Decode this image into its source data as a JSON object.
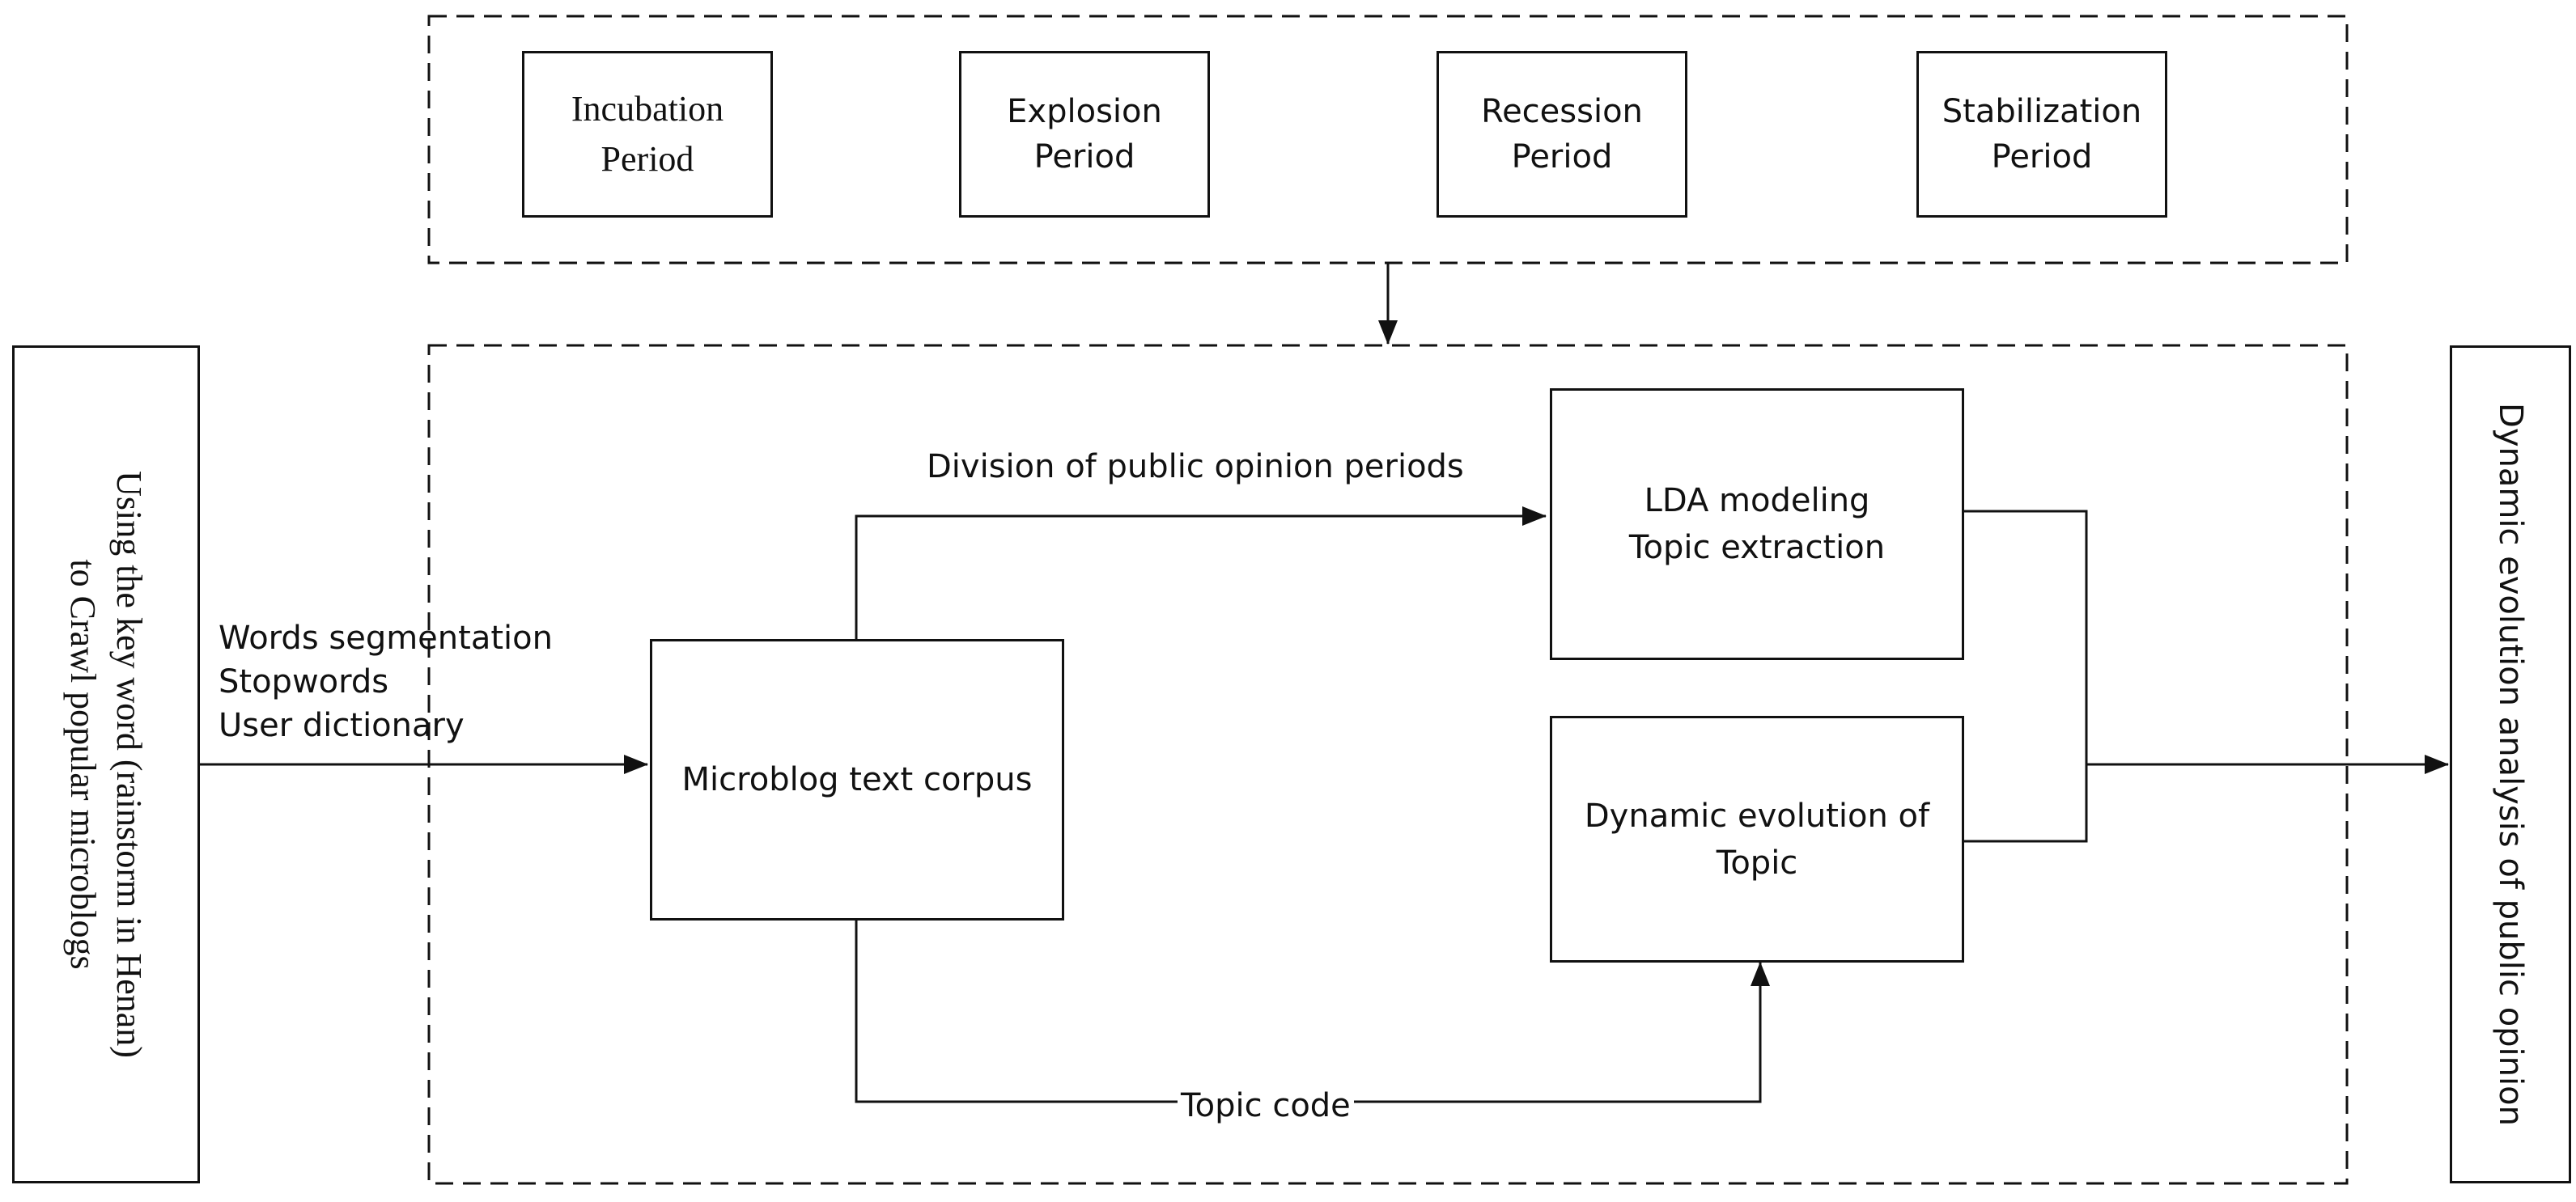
{
  "periods": [
    {
      "label": "Incubation\nPeriod"
    },
    {
      "label": "Explosion\nPeriod"
    },
    {
      "label": "Recession\nPeriod"
    },
    {
      "label": "Stabilization\nPeriod"
    }
  ],
  "left_box": {
    "label": "Using the key word (rainstorm in Henan)\nto Crawl popular microblogs"
  },
  "right_box": {
    "label": "Dynamic evolution analysis of public opinion"
  },
  "preprocessing": {
    "label": "Words segmentation\nStopwords\nUser dictionary"
  },
  "corpus": {
    "label": "Microblog text corpus"
  },
  "lda": {
    "label": "LDA modeling\nTopic extraction"
  },
  "evolution": {
    "label": "Dynamic evolution of\nTopic"
  },
  "division_label": "Division of public opinion periods",
  "topic_code_label": "Topic code"
}
